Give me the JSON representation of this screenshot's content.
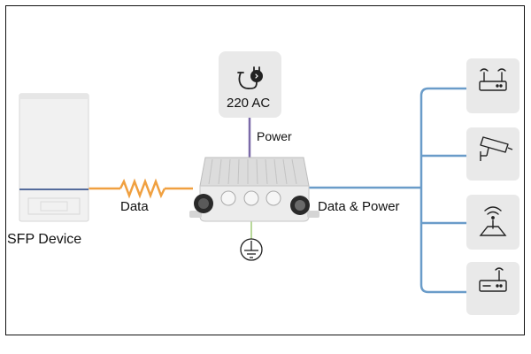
{
  "labels": {
    "sfp_device": "SFP Device",
    "data": "Data",
    "power": "Power",
    "data_and_power": "Data & Power",
    "ac_source": "220 AC"
  },
  "icons": {
    "power_source": "plug-icon",
    "ground": "ground-icon",
    "endpoints": [
      "router-icon",
      "cctv-camera-icon",
      "wireless-access-point-icon",
      "network-device-icon"
    ]
  },
  "colors": {
    "data_link": "#f0a040",
    "power_link": "#7b6aa8",
    "poe_link": "#6a9cc9",
    "ground_link": "#b8d89a",
    "icon_tile": "#e9e9e9",
    "device_body": "#efefef"
  }
}
